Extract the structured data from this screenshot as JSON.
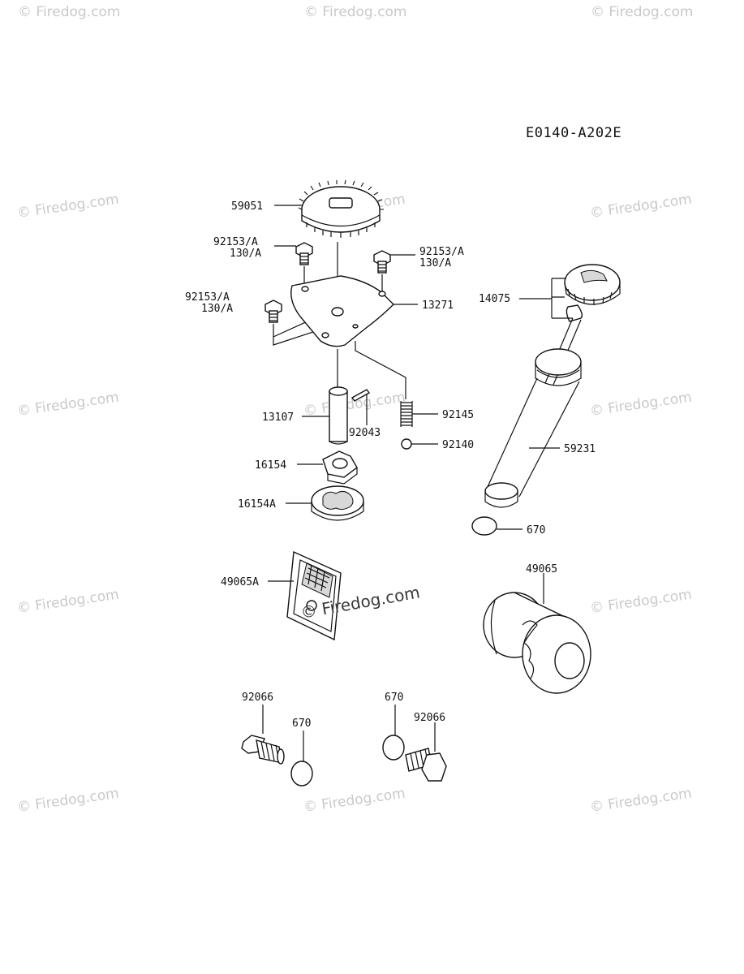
{
  "diagram_code": "E0140-A202E",
  "watermark": "© Firedog.com",
  "watermark_center": "© Firedog.com",
  "labels": {
    "gear": "59051",
    "bolt_left_top_1": "92153/A",
    "bolt_left_top_2": "130/A",
    "bolt_right_top_1": "92153/A",
    "bolt_right_top_2": "130/A",
    "bolt_left_mid_1": "92153/A",
    "bolt_left_mid_2": "130/A",
    "plate": "13271",
    "shaft": "13107",
    "pin": "92043",
    "spring": "92145",
    "ball": "92140",
    "inner_rotor": "16154",
    "outer_rotor": "16154A",
    "dipstick": "14075",
    "tube": "59231",
    "oring_tube": "670",
    "strainer": "49065A",
    "filter": "49065",
    "plug_left": "92066",
    "oring_left": "670",
    "oring_right": "670",
    "plug_right": "92066"
  }
}
